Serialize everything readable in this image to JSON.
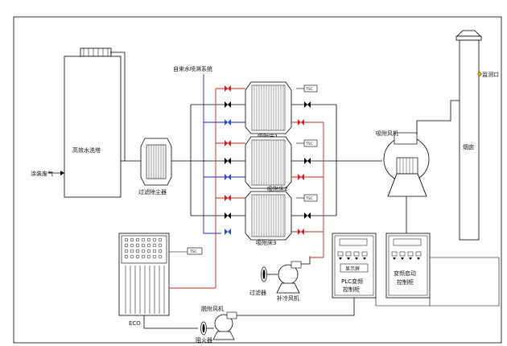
{
  "labels": {
    "water_tower": "高效水洗塔",
    "waste_gas_in": "涂装废气",
    "filter": "过滤除尘器",
    "auto_water_spray": "自来水喷淋系统",
    "adsorber_1": "吸附床1",
    "adsorber_2": "吸附床2",
    "adsorber_3": "吸附床3",
    "adsorb_fan": "吸附风机",
    "chimney": "烟囱",
    "sampling_port": "监测口",
    "eco": "ECO",
    "small_filter": "过滤器",
    "cooling_fan": "补冷风机",
    "desorb_fan": "脱附风机",
    "flame_arrester": "阻火器",
    "plc_display": "显示屏",
    "plc_cabinet_line1": "PLC变频",
    "plc_cabinet_line2": "控制柜",
    "vfd_cabinet_line1": "变频启动",
    "vfd_cabinet_line2": "控制柜",
    "tsc": "TSC"
  },
  "colors": {
    "line": "#000000",
    "water": "#1f1fcc",
    "hot": "#cc1f1f",
    "valve_blue": "#2b4bd8",
    "valve_red": "#d82020"
  }
}
